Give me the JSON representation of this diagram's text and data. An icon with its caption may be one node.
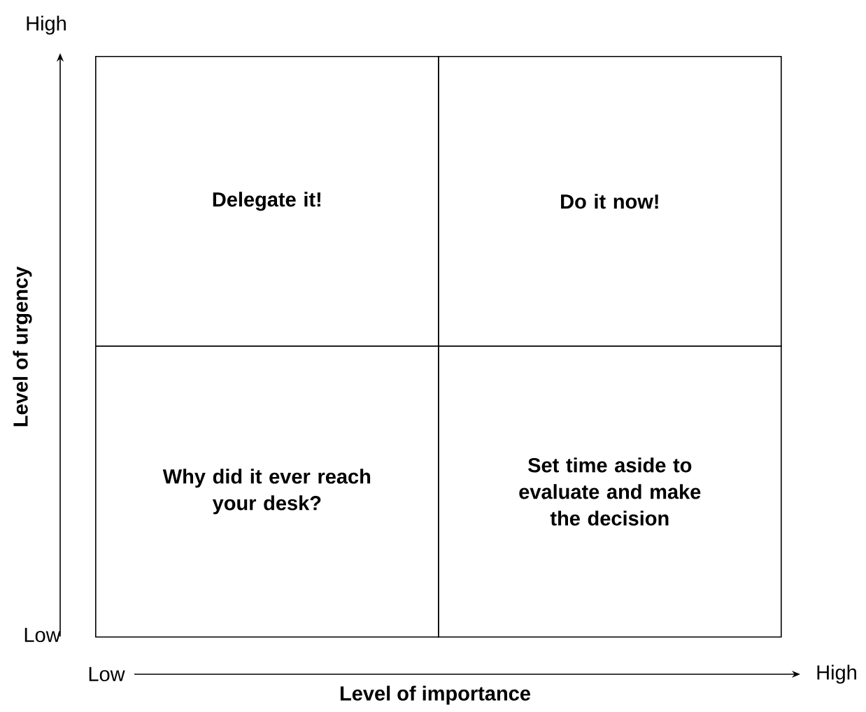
{
  "diagram": {
    "nodes": [
      {
        "text": [
          "Delegate it!"
        ]
      },
      {
        "text": [
          "Do it now!"
        ]
      },
      {
        "text": [
          "Why did it ever reach your desk?"
        ]
      },
      {
        "text": [
          "Set time aside to evaluate and make the decision"
        ]
      }
    ],
    "labels": [
      "High",
      "Level of urgency",
      "Low",
      "Low",
      "High",
      "Level of importance"
    ]
  }
}
